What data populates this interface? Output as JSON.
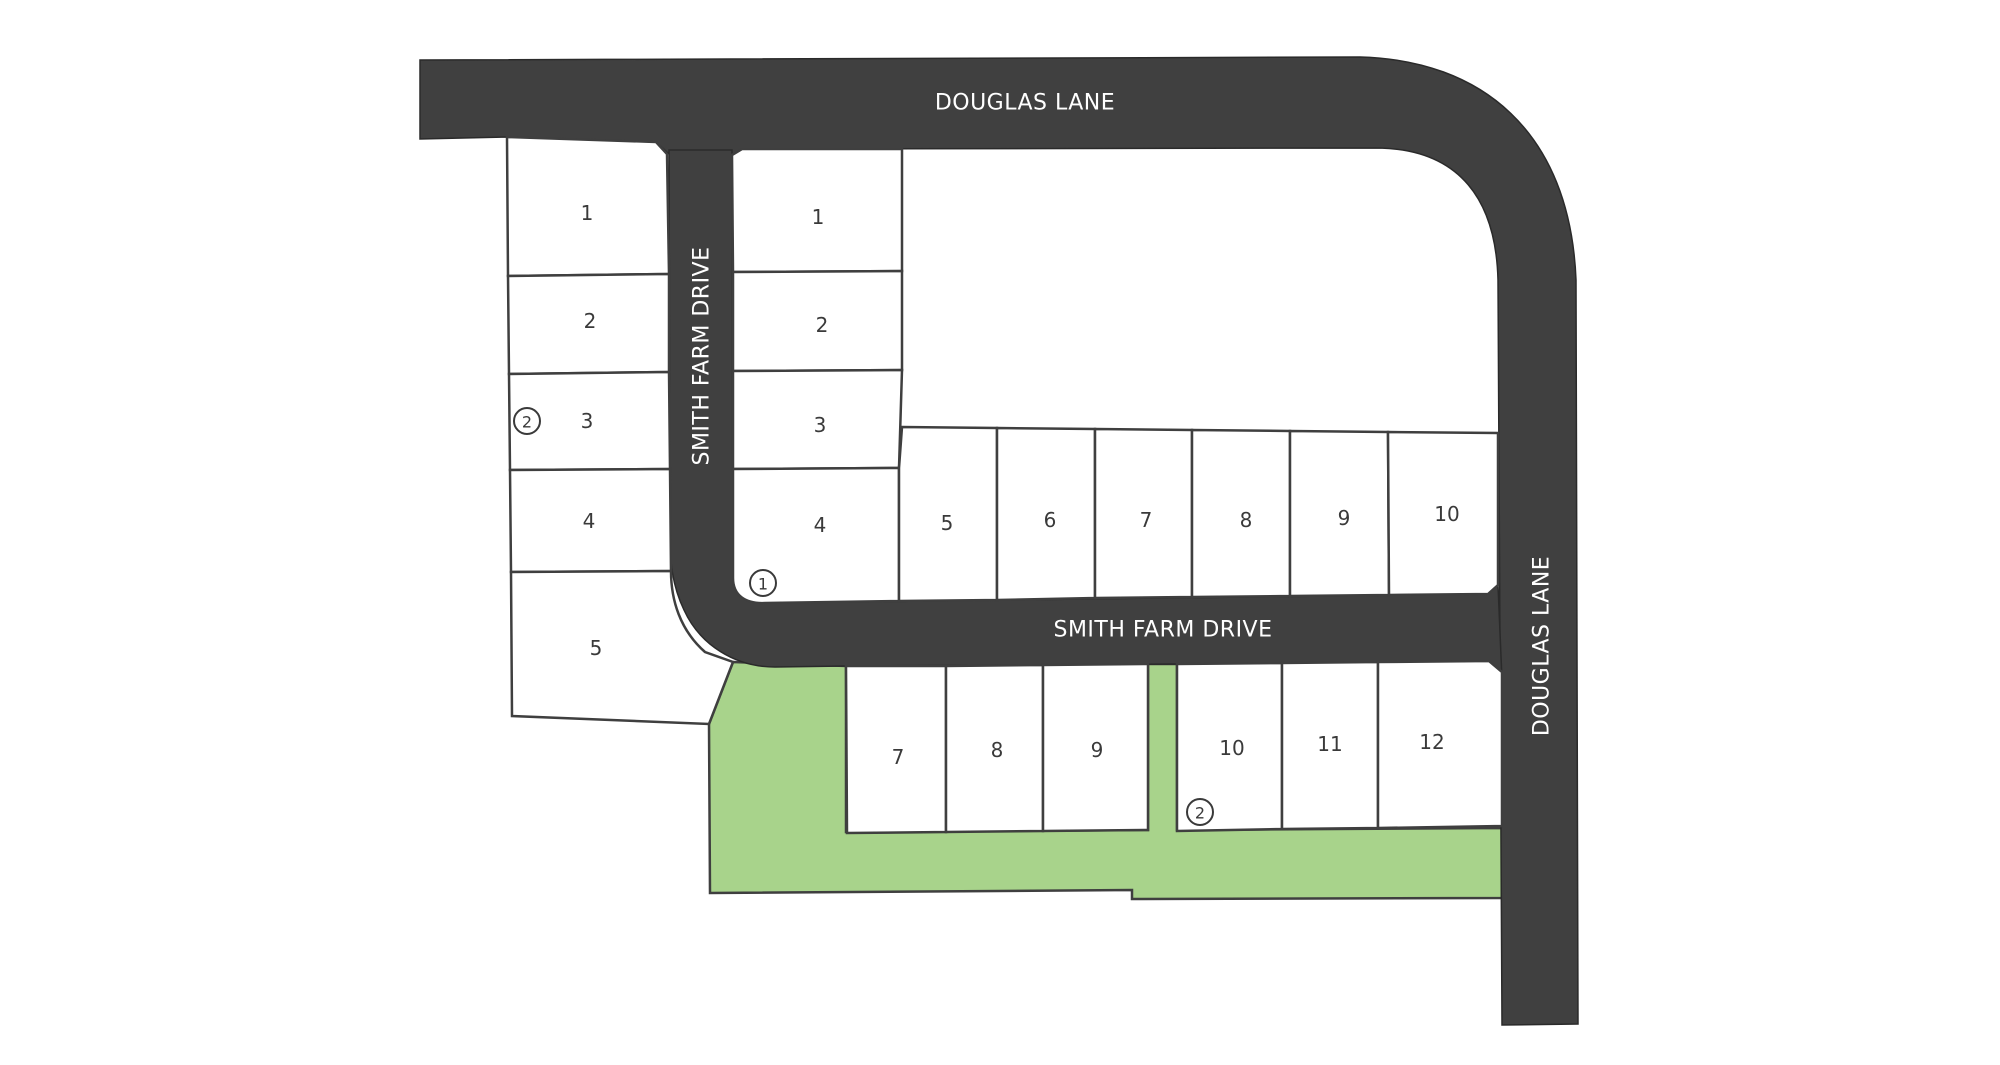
{
  "roads": {
    "top": "DOUGLAS LANE",
    "right": "DOUGLAS LANE",
    "vertical": "SMITH FARM DRIVE",
    "horizontal": "SMITH FARM DRIVE"
  },
  "colors": {
    "road": "#404040",
    "lot_fill": "#ffffff",
    "lot_stroke": "#3f3f3f",
    "open_space": "#a8d38b"
  },
  "lots": {
    "west_column": [
      "1",
      "2",
      "3",
      "4",
      "5"
    ],
    "east_column": [
      "1",
      "2",
      "3",
      "4"
    ],
    "north_row": [
      "5",
      "6",
      "7",
      "8",
      "9",
      "10"
    ],
    "south_row_a": [
      "7",
      "8",
      "9"
    ],
    "south_row_b": [
      "10",
      "11",
      "12"
    ]
  },
  "markers": [
    {
      "label": "2",
      "location": "west lot 3"
    },
    {
      "label": "1",
      "location": "east lot 4"
    },
    {
      "label": "2",
      "location": "south lot 10"
    }
  ]
}
